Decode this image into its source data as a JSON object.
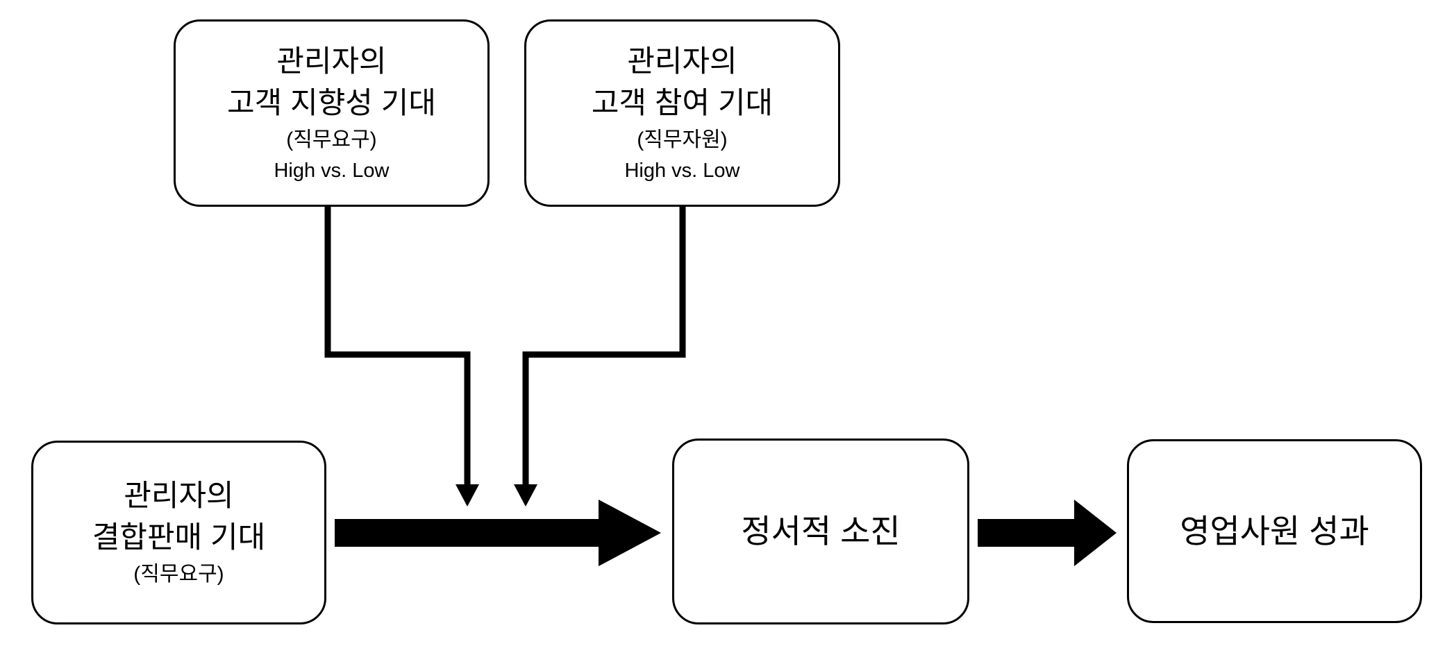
{
  "diagram": {
    "type": "flow-diagram",
    "colors": {
      "background": "#ffffff",
      "box_border": "#000000",
      "box_fill": "#ffffff",
      "arrow": "#000000",
      "text": "#000000"
    },
    "boxes": {
      "moderator_customer_orientation": {
        "lines": [
          "관리자의",
          "고객 지향성 기대",
          "(직무요구)",
          "High vs. Low"
        ]
      },
      "moderator_customer_participation": {
        "lines": [
          "관리자의",
          "고객 참여 기대",
          "(직무자원)",
          "High vs. Low"
        ]
      },
      "antecedent_cross_selling": {
        "lines": [
          "관리자의",
          "결합판매 기대",
          "(직무요구)"
        ]
      },
      "mediator_emotional_exhaustion": {
        "label": "정서적 소진"
      },
      "outcome_salesperson_performance": {
        "label": "영업사원 성과"
      }
    },
    "edges": [
      {
        "from": "antecedent_cross_selling",
        "to": "mediator_emotional_exhaustion",
        "style": "thick-arrow"
      },
      {
        "from": "mediator_emotional_exhaustion",
        "to": "outcome_salesperson_performance",
        "style": "thick-arrow"
      },
      {
        "from": "moderator_customer_orientation",
        "to": "antecedent_to_mediator_arrow",
        "style": "moderation-arrow"
      },
      {
        "from": "moderator_customer_participation",
        "to": "antecedent_to_mediator_arrow",
        "style": "moderation-arrow"
      }
    ]
  }
}
